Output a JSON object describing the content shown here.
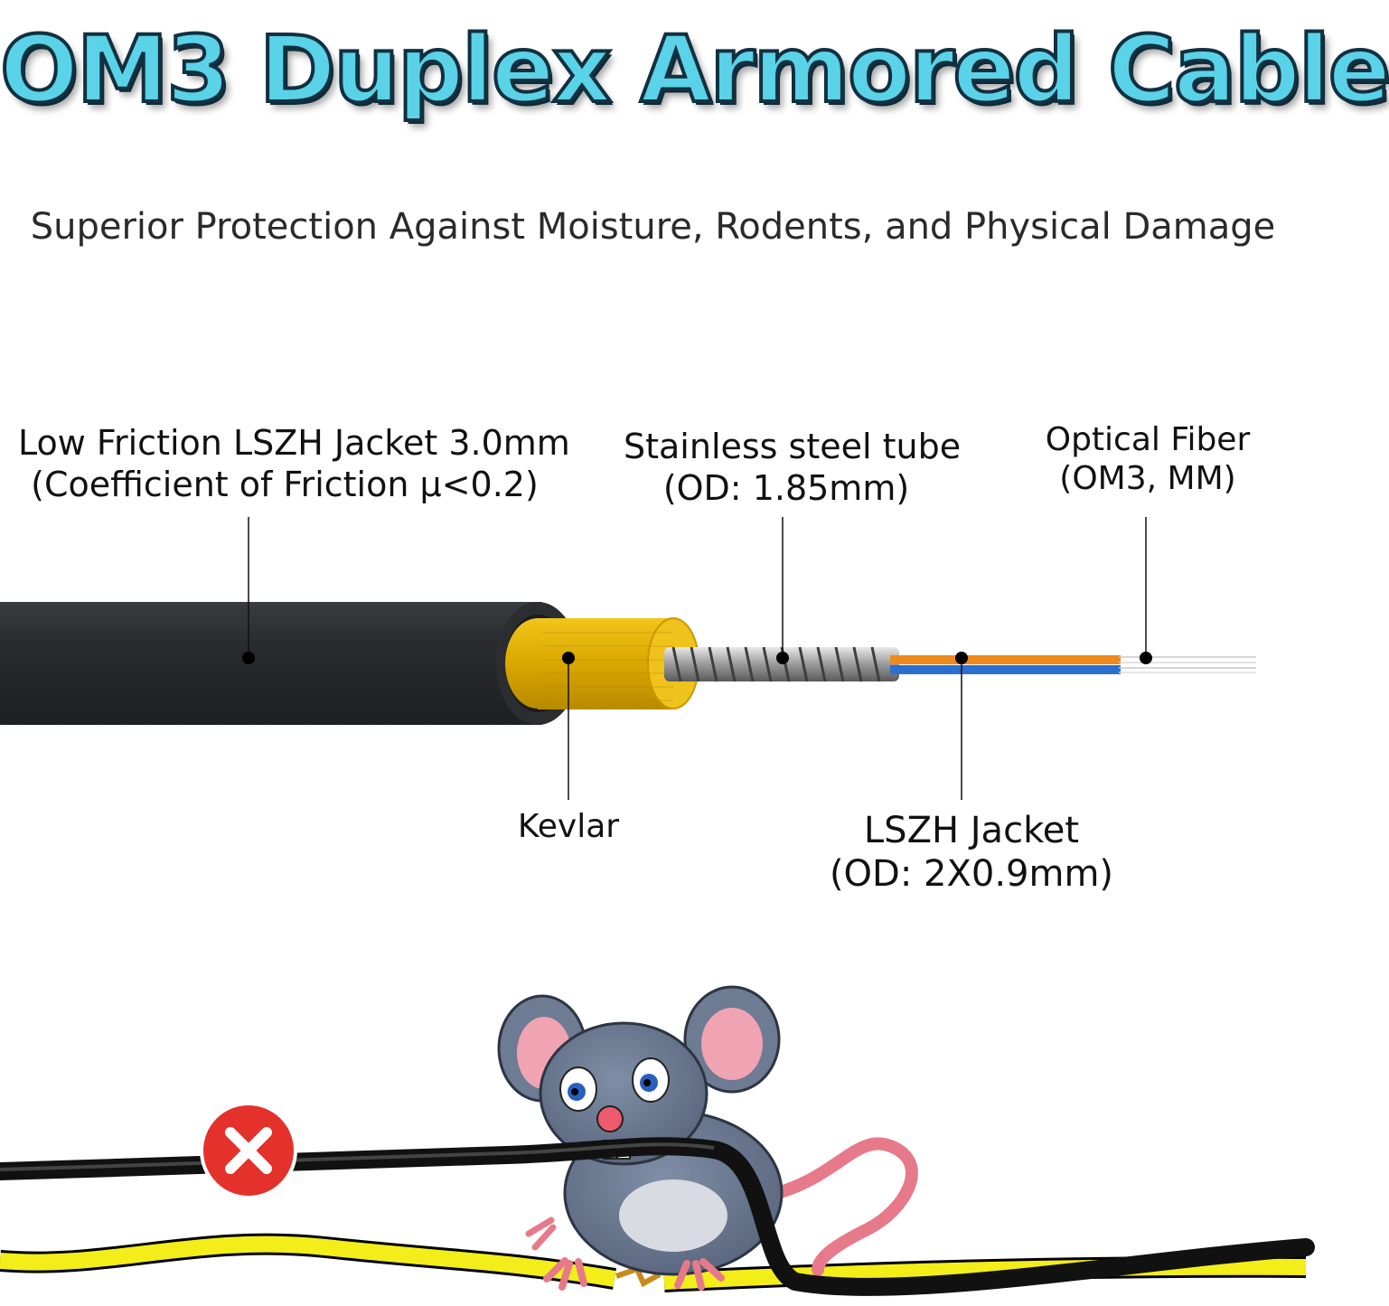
{
  "header": {
    "title": "OM3 Duplex Armored Cable",
    "subtitle": "Superior Protection Against Moisture, Rodents, and Physical Damage"
  },
  "labels": {
    "outer_jacket_line1": "Low Friction LSZH Jacket 3.0mm",
    "outer_jacket_line2": "(Coefficient of Friction μ<0.2)",
    "steel_tube_line1": "Stainless steel tube",
    "steel_tube_line2": "(OD: 1.85mm)",
    "optical_fiber_line1": "Optical Fiber",
    "optical_fiber_line2": "(OM3, MM)",
    "kevlar": "Kevlar",
    "inner_jacket_line1": "LSZH Jacket",
    "inner_jacket_line2": "(OD: 2X0.9mm)"
  },
  "colors": {
    "title_fill": "#5ad2e8",
    "jacket": "#2f3033",
    "kevlar": "#e3b400",
    "fiber_orange": "#f08a1e",
    "fiber_blue": "#2a6fd1",
    "damage_badge": "#e5312b",
    "yellow_cable": "#f3ee1a"
  }
}
